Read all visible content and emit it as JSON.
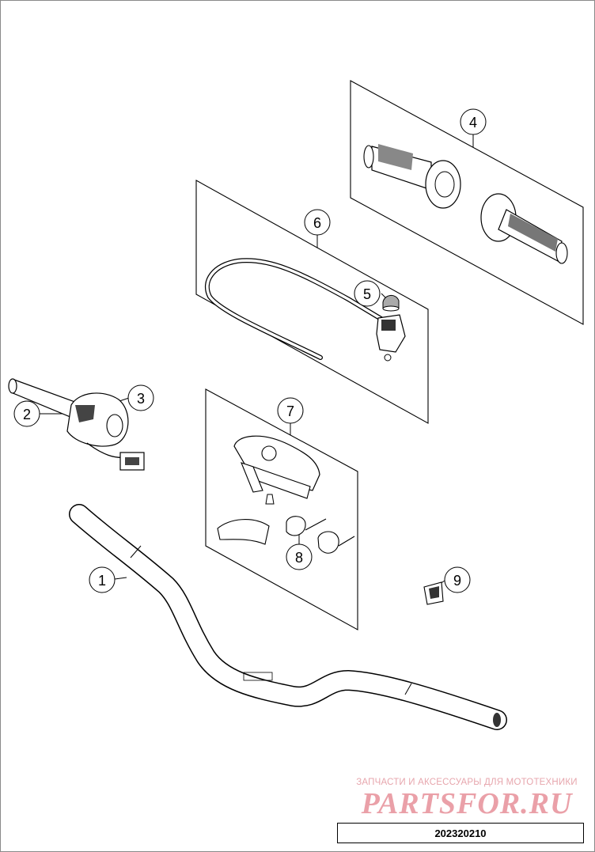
{
  "callouts": [
    "1",
    "2",
    "3",
    "4",
    "5",
    "6",
    "7",
    "8",
    "9"
  ],
  "watermark": {
    "caption": "ЗАПЧАСТИ И АКСЕССУАРЫ ДЛЯ МОТОТЕХНИКИ",
    "logo": "PARTSFOR.RU"
  },
  "diagram_code": "202320210",
  "colors": {
    "line": "#000000",
    "part_fill": "#ffffff",
    "rubber": "#555555",
    "watermark": "#e7a6ad"
  }
}
